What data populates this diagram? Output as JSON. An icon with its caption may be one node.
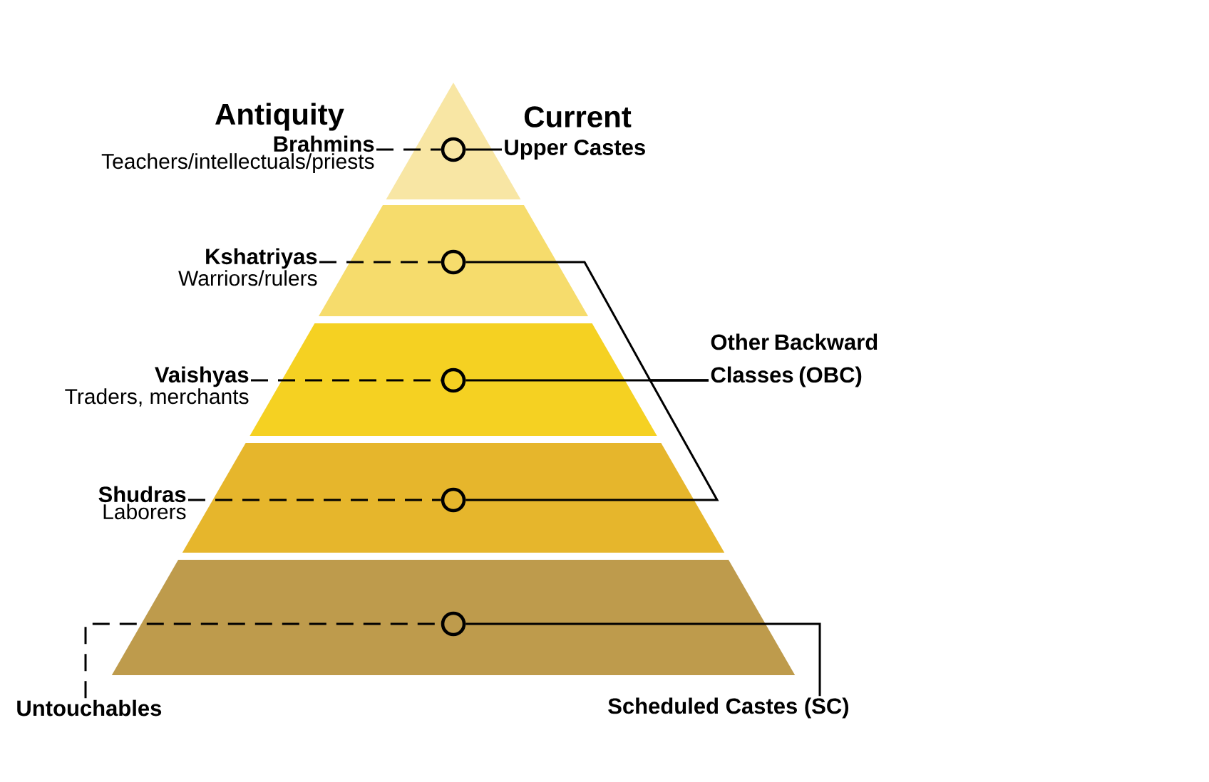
{
  "diagram": {
    "nodes": [
      {
        "text": [
          "Brahmins",
          "Teachers/intellectuals/priests"
        ]
      },
      {
        "text": [
          "Kshatriyas",
          "Warriors/rulers"
        ]
      },
      {
        "text": [
          "Vaishyas",
          "Traders, merchants"
        ]
      },
      {
        "text": [
          "Shudras",
          "Laborers"
        ]
      },
      {
        "text": [
          "Untouchables"
        ]
      },
      {
        "text": [],
        "shape": "circle"
      },
      {
        "text": [],
        "shape": "circle"
      },
      {
        "text": [],
        "shape": "circle"
      },
      {
        "text": [],
        "shape": "circle"
      },
      {
        "text": [],
        "shape": "circle"
      },
      {
        "text": [
          "Upper Castes"
        ]
      },
      {
        "text": [
          "Other Backward Classes (OBC)"
        ]
      },
      {
        "text": [
          "Scheduled Castes (SC)"
        ]
      }
    ],
    "edges": [
      {
        "from": 0,
        "to": 5,
        "arrow": "none",
        "style": "dashed"
      },
      {
        "from": 1,
        "to": 6,
        "arrow": "none",
        "style": "dashed"
      },
      {
        "from": 2,
        "to": 7,
        "arrow": "none",
        "style": "dashed"
      },
      {
        "from": 3,
        "to": 8,
        "arrow": "none",
        "style": "dashed"
      },
      {
        "from": 4,
        "to": 9,
        "arrow": "none",
        "style": "dashed"
      },
      {
        "from": 5,
        "to": 10,
        "arrow": "none"
      },
      {
        "from": 6,
        "to": 11,
        "arrow": "none"
      },
      {
        "from": 7,
        "to": 11,
        "arrow": "none"
      },
      {
        "from": 8,
        "to": 11,
        "arrow": "none"
      },
      {
        "from": 9,
        "to": 12,
        "arrow": "none"
      }
    ],
    "labels": [
      "Antiquity",
      "Current"
    ]
  }
}
